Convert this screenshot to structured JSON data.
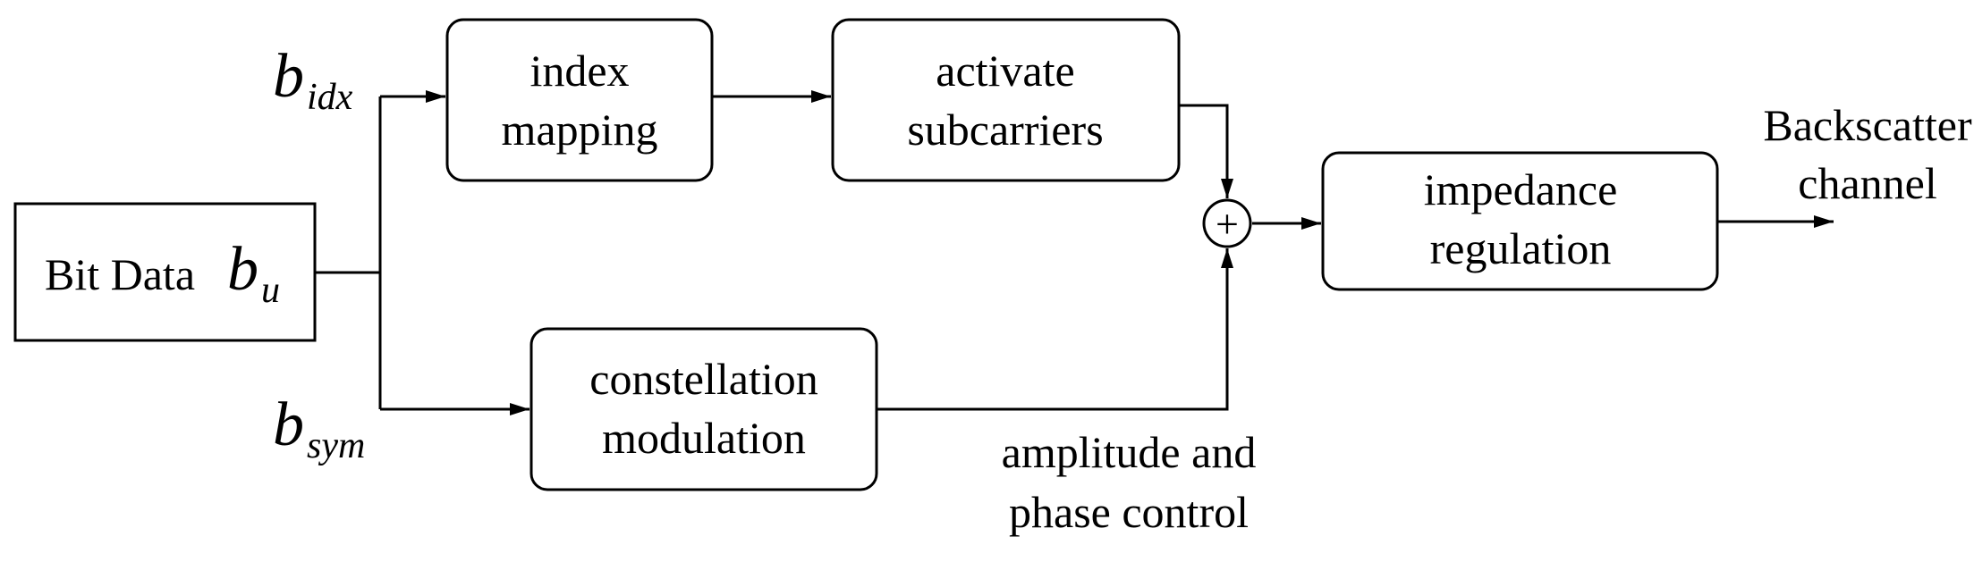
{
  "blocks": {
    "bit_data": {
      "line1": "Bit Data",
      "symbol": "b",
      "subscript": "u"
    },
    "index_mapping": {
      "line1": "index",
      "line2": "mapping"
    },
    "activate_subcarriers": {
      "line1": "activate",
      "line2": "subcarriers"
    },
    "constellation_modulation": {
      "line1": "constellation",
      "line2": "modulation"
    },
    "impedance_regulation": {
      "line1": "impedance",
      "line2": "regulation"
    }
  },
  "summing_junction": {
    "symbol": "+"
  },
  "labels": {
    "b_idx": {
      "symbol": "b",
      "subscript": "idx"
    },
    "b_sym": {
      "symbol": "b",
      "subscript": "sym"
    },
    "amplitude_phase": {
      "line1": "amplitude and",
      "line2": "phase control"
    },
    "backscatter": {
      "line1": "Backscatter",
      "line2": "channel"
    }
  }
}
